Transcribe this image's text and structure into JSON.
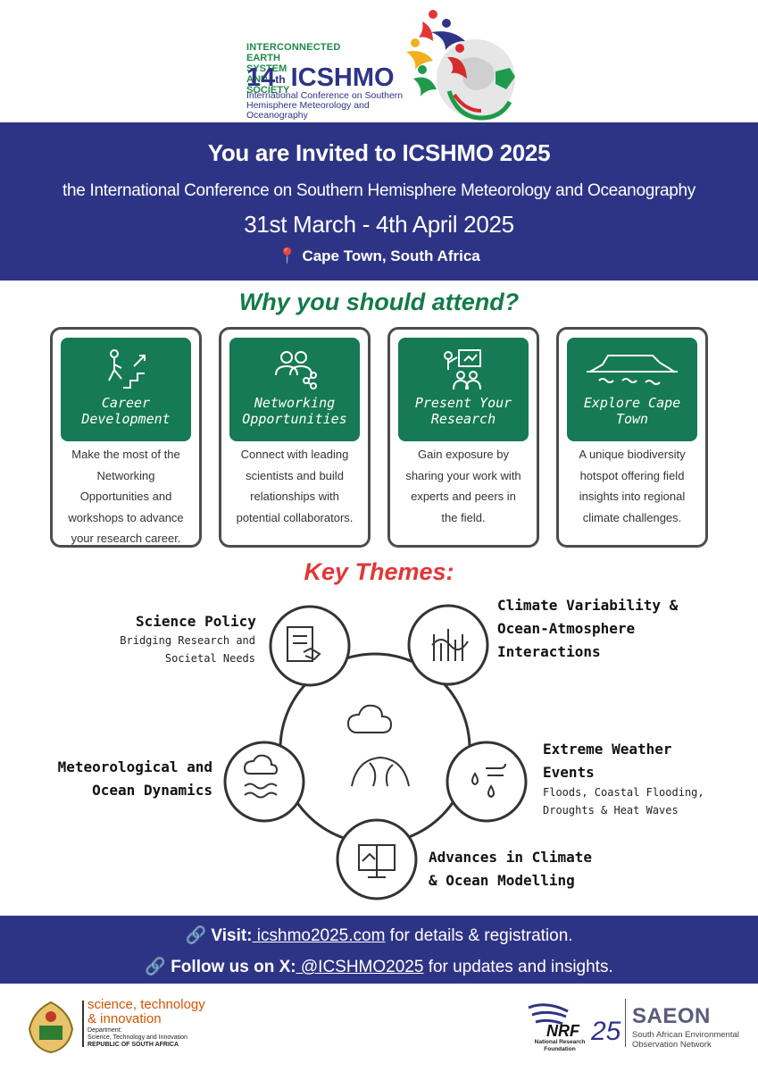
{
  "logo": {
    "line1": "INTERCONNECTED",
    "line2": "EARTH SYSTEM AND SOCIETY",
    "number": "14",
    "sup": "th",
    "name": "ICSHMO",
    "sub1": "International Conference on Southern",
    "sub2": "Hemisphere Meteorology and Oceanography"
  },
  "banner": {
    "title": "You are Invited to ICSHMO 2025",
    "subtitle": "the International Conference on Southern Hemisphere Meteorology and Oceanography",
    "dates": "31st March - 4th April 2025",
    "location": "Cape Town, South Africa"
  },
  "why": {
    "heading": "Why you should attend?",
    "cards": [
      {
        "icon": "career-icon",
        "title1": "Career",
        "title2": "Development",
        "body": [
          "Make the most of the",
          "Networking",
          "Opportunities and",
          "workshops to advance",
          "your research career."
        ]
      },
      {
        "icon": "networking-icon",
        "title1": "Networking",
        "title2": "Opportunities",
        "body": [
          "Connect with leading",
          "scientists and build",
          "relationships with",
          "potential collaborators."
        ]
      },
      {
        "icon": "presenter-icon",
        "title1": "Present Your",
        "title2": "Research",
        "body": [
          "Gain exposure by",
          "sharing your work with",
          "experts and peers in",
          "the field."
        ]
      },
      {
        "icon": "table-mountain-icon",
        "title1": "Explore Cape",
        "title2": "Town",
        "body": [
          "A unique biodiversity",
          "hotspot offering field",
          "insights into regional",
          "climate challenges."
        ]
      }
    ]
  },
  "themes": {
    "heading": "Key Themes:",
    "science_policy": {
      "title": "Science Policy",
      "sub1": "Bridging Research and",
      "sub2": "Societal Needs"
    },
    "climate_var": {
      "title1": "Climate Variability &",
      "title2": "Ocean-Atmosphere",
      "title3": "Interactions"
    },
    "extreme": {
      "title1": "Extreme Weather",
      "title2": "Events",
      "sub1": "Floods, Coastal Flooding,",
      "sub2": "Droughts & Heat Waves"
    },
    "modelling": {
      "title1": "Advances in Climate",
      "title2": "& Ocean Modelling"
    },
    "dynamics": {
      "title1": "Meteorological and",
      "title2": "Ocean Dynamics"
    }
  },
  "footer": {
    "visit_label": "Visit:",
    "visit_link": " icshmo2025.com",
    "visit_rest": " for details & registration.",
    "follow_label": "Follow us on X:",
    "follow_link": " @ICSHMO2025",
    "follow_rest": " for updates and insights."
  },
  "sponsors": {
    "sti1": "science, technology",
    "sti2": "& innovation",
    "dept1": "Department:",
    "dept2": "Science, Technology and Innovation",
    "dept3": "REPUBLIC OF SOUTH AFRICA",
    "nrf": "NRF",
    "nrf_sub1": "National Research",
    "nrf_sub2": "Foundation",
    "nrf_25": "25",
    "saeon": "SAEON",
    "saeon_sub1": "South African Environmental",
    "saeon_sub2": "Observation Network"
  },
  "colors": {
    "navy": "#2e3485",
    "green": "#157a55",
    "red": "#e23636"
  }
}
